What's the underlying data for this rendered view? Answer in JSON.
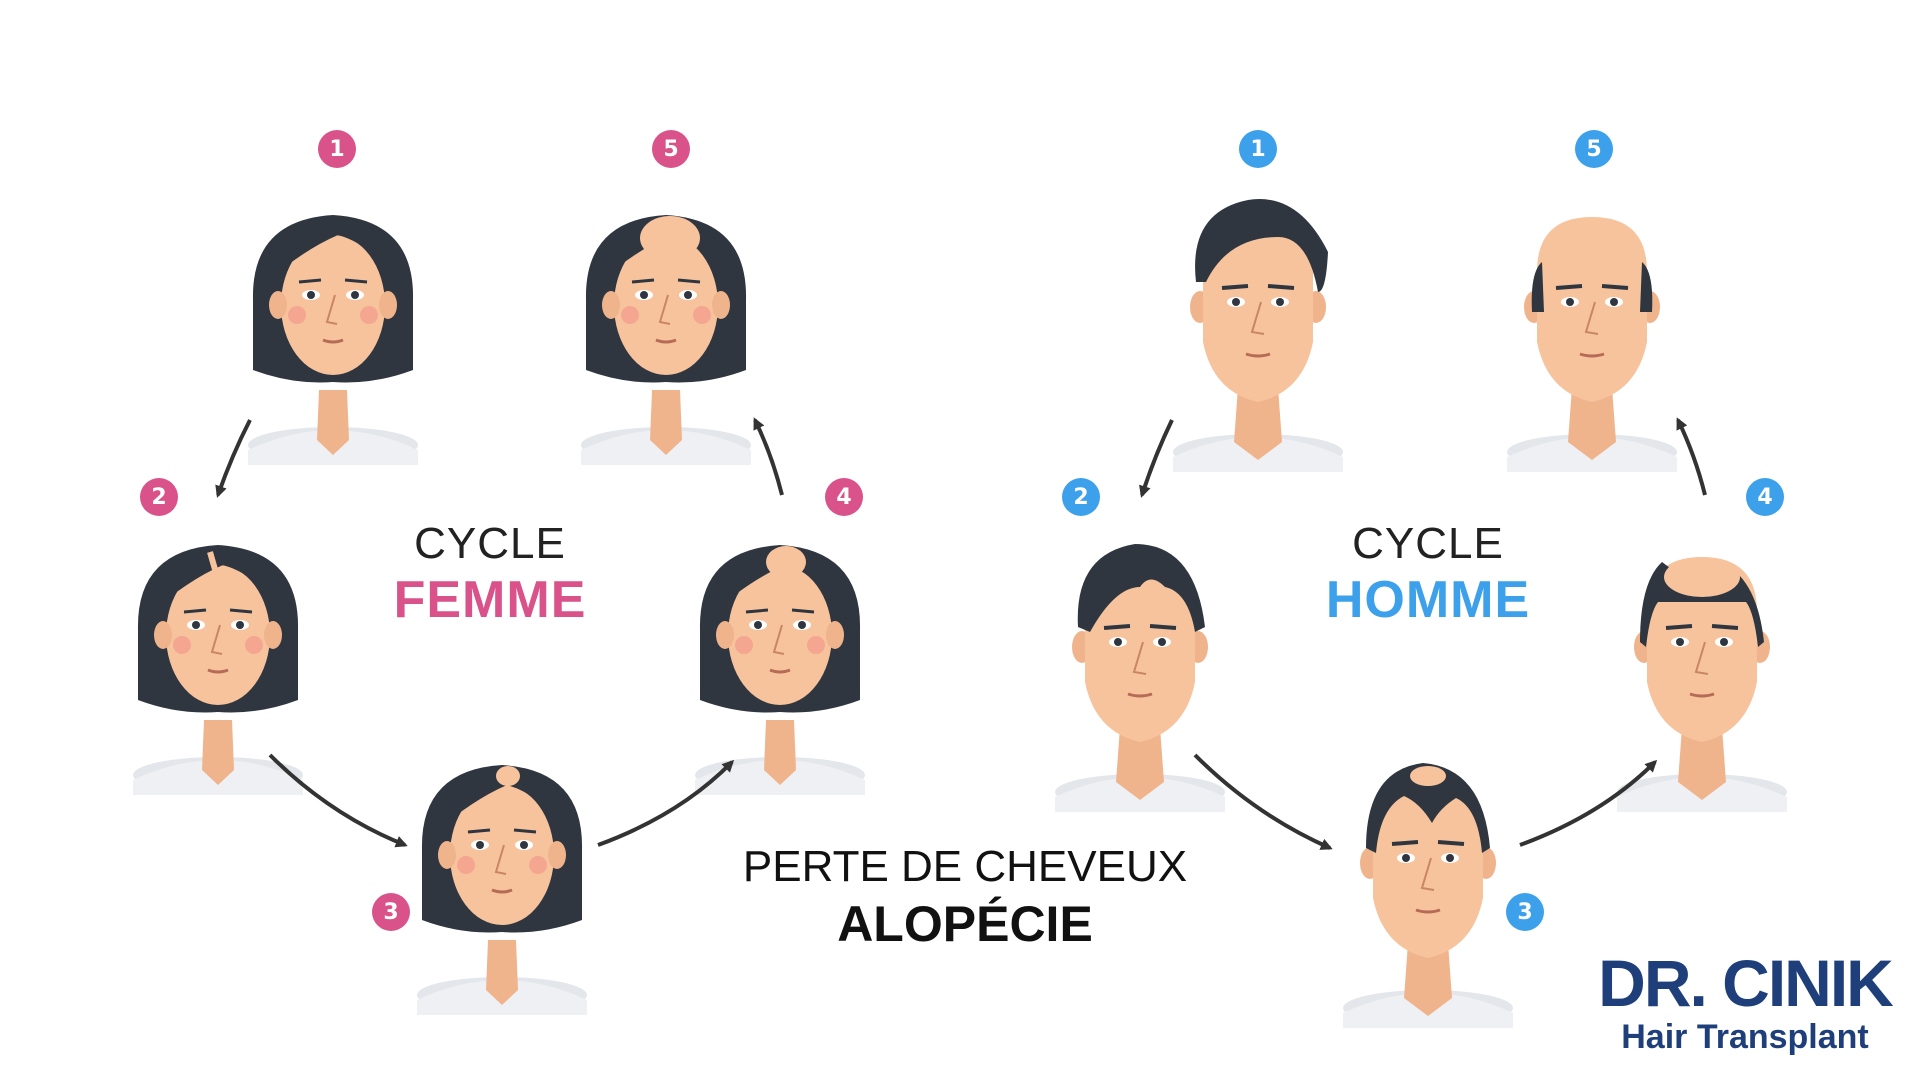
{
  "female": {
    "title_line1": "CYCLE",
    "title_line2": "FEMME",
    "color": "#d9528a",
    "steps": [
      "1",
      "2",
      "3",
      "4",
      "5"
    ]
  },
  "male": {
    "title_line1": "CYCLE",
    "title_line2": "HOMME",
    "color": "#3da0ea",
    "steps": [
      "1",
      "2",
      "3",
      "4",
      "5"
    ]
  },
  "center": {
    "line1": "PERTE DE CHEVEUX",
    "line2": "ALOPÉCIE"
  },
  "logo": {
    "brand": "DR. CINIK",
    "tagline": "Hair Transplant"
  }
}
